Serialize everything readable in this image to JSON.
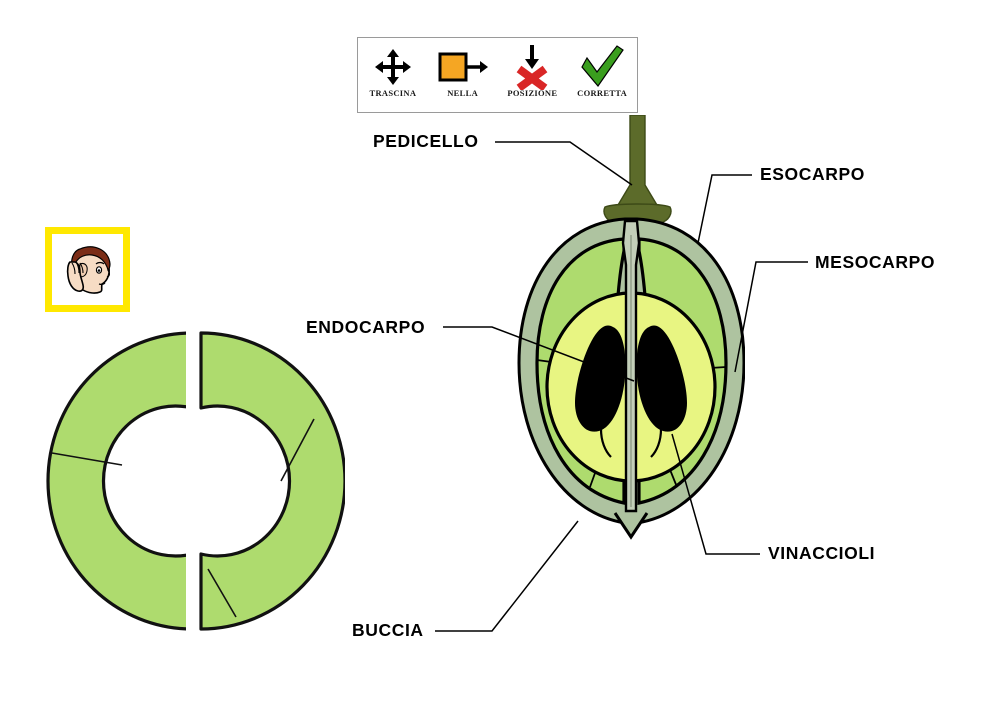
{
  "instruction_bar": {
    "steps": [
      {
        "label": "TRASCINA",
        "icon": "move-arrows-icon"
      },
      {
        "label": "NELLA",
        "icon": "orange-square-arrow-icon"
      },
      {
        "label": "POSIZIONE",
        "icon": "red-x-down-arrow-icon"
      },
      {
        "label": "CORRETTA",
        "icon": "green-check-icon"
      }
    ]
  },
  "listen_icon": {
    "name": "listen-head-icon",
    "frame_color": "#ffe800",
    "hair_color": "#7b2d17",
    "skin_color": "#f6dcc4"
  },
  "ring_figure": {
    "name": "grape-ring-cross-section",
    "fill_color": "#aedb6e",
    "outline_color": "#000000"
  },
  "grape_figure": {
    "name": "grape-berry-cross-section",
    "layers": {
      "pedicel_color": "#5c6b2a",
      "exocarp_color": "#aec3a0",
      "mesocarp_color": "#aedb6e",
      "endocarp_color": "#e8f582",
      "seed_color": "#000000",
      "vascular_color": "#c3cfb9"
    }
  },
  "labels": {
    "pedicello": "PEDICELLO",
    "esocarpo": "ESOCARPO",
    "mesocarpo": "MESOCARPO",
    "endocarpo": "ENDOCARPO",
    "vinaccioli": "VINACCIOLI",
    "buccia": "BUCCIA"
  }
}
